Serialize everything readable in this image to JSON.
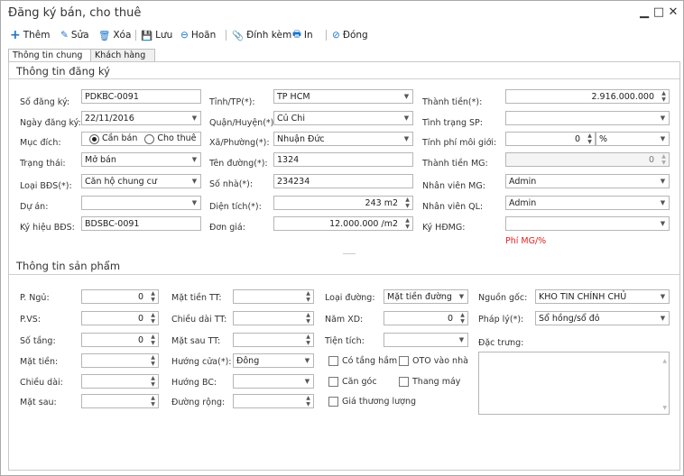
{
  "window": {
    "title": "Đăng ký bán, cho thuê"
  },
  "toolbar": {
    "them": "Thêm",
    "sua": "Sửa",
    "xoa": "Xóa",
    "luu": "Lưu",
    "hoan": "Hoãn",
    "dinhkem": "Đính kèm",
    "in": "In",
    "dong": "Đóng"
  },
  "tabs": {
    "general": "Thông tin chung",
    "customer": "Khách hàng"
  },
  "reg": {
    "title": "Thông tin đăng ký",
    "so_dk_l": "Số đăng ký:",
    "so_dk": "PDKBC-0091",
    "ngay_dk_l": "Ngày đăng ký:",
    "ngay_dk": "22/11/2016",
    "muc_dich_l": "Mục đích:",
    "can_ban": "Cần bán",
    "cho_thue": "Cho thuê",
    "trang_thai_l": "Trạng thái:",
    "trang_thai": "Mở bán",
    "loai_bds_l": "Loại BĐS(*):",
    "loai_bds": "Căn hộ chung cư",
    "du_an_l": "Dự án:",
    "du_an": "",
    "ky_hieu_l": "Ký hiệu BĐS:",
    "ky_hieu": "BDSBC-0091",
    "tinh_l": "Tỉnh/TP(*):",
    "tinh": "TP HCM",
    "quan_l": "Quận/Huyện(*):",
    "quan": "Củ Chi",
    "xa_l": "Xã/Phường(*):",
    "xa": "Nhuận Đức",
    "duong_l": "Tên đường(*):",
    "duong": "1324",
    "so_nha_l": "Số nhà(*):",
    "so_nha": "234234",
    "dien_tich_l": "Diện tích(*):",
    "dien_tich": "243 m2",
    "don_gia_l": "Đơn giá:",
    "don_gia": "12.000.000 /m2",
    "thanh_tien_l": "Thành tiền(*):",
    "thanh_tien": "2.916.000.000",
    "tinh_trang_l": "Tình trạng SP:",
    "tinh_trang": "",
    "phi_mg_l": "Tính phí môi giới:",
    "phi_mg": "0",
    "phi_mg_unit": "%",
    "thanh_tien_mg_l": "Thành tiền MG:",
    "thanh_tien_mg": "0",
    "nv_mg_l": "Nhân viên MG:",
    "nv_mg": "Admin",
    "nv_ql_l": "Nhân viên QL:",
    "nv_ql": "Admin",
    "ky_hdmg_l": "Ký HĐMG:",
    "ky_hdmg": "",
    "phi_note": "Phí MG/%"
  },
  "prod": {
    "title": "Thông tin sản phẩm",
    "p_ngu_l": "P. Ngủ:",
    "p_ngu": "0",
    "p_vs_l": "P.VS:",
    "p_vs": "0",
    "so_tang_l": "Số tầng:",
    "so_tang": "0",
    "mat_tien_l": "Mặt tiền:",
    "chieu_dai_l": "Chiều dài:",
    "mat_sau_l": "Mặt sau:",
    "mat_tien_tt_l": "Mặt tiền TT:",
    "chieu_dai_tt_l": "Chiều dài TT:",
    "mat_sau_tt_l": "Mặt sau TT:",
    "huong_cua_l": "Hướng cửa(*):",
    "huong_cua": "Đông",
    "huong_bc_l": "Hướng BC:",
    "duong_rong_l": "Đường rộng:",
    "loai_duong_l": "Loại đường:",
    "loai_duong": "Mặt tiền đường",
    "nam_xd_l": "Năm XD:",
    "nam_xd": "0",
    "tien_tich_l": "Tiện tích:",
    "co_tang_ham": "Có tầng hầm",
    "oto": "OTO vào nhà",
    "can_goc": "Căn góc",
    "thang_may": "Thang máy",
    "gia_tl": "Giá thương lượng",
    "nguon_goc_l": "Nguồn gốc:",
    "nguon_goc": "KHO TIN CHÍNH CHỦ",
    "phap_ly_l": "Pháp lý(*):",
    "phap_ly": "Sổ hồng/sổ đỏ",
    "dac_trung_l": "Đặc trưng:"
  }
}
